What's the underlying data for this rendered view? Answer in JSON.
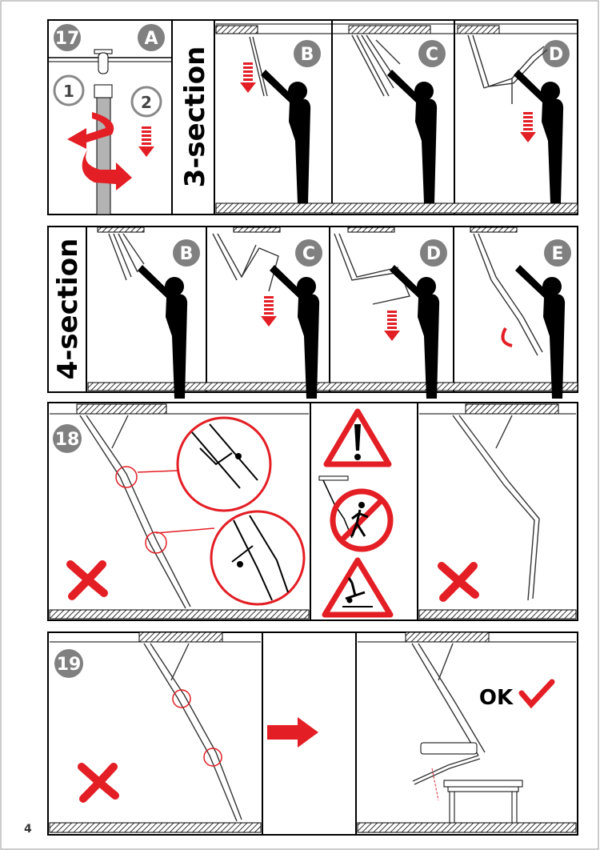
{
  "page_number": "4",
  "steps": {
    "s17": "17",
    "s18": "18",
    "s19": "19"
  },
  "row1": {
    "section_label": "3-section",
    "labels": [
      "A",
      "B",
      "C",
      "D"
    ],
    "substeps": [
      "1",
      "2"
    ]
  },
  "row2": {
    "section_label": "4-section",
    "labels": [
      "B",
      "C",
      "D",
      "E"
    ]
  },
  "row4": {
    "ok_label": "OK"
  },
  "colors": {
    "accent": "#e31e24",
    "badge": "#808080",
    "pole": "#b3b3b3"
  }
}
